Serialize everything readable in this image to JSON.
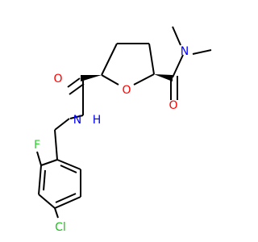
{
  "molecule": {
    "atom_labels": {
      "n_amide": "N",
      "h_amide": "H",
      "o_ring": "O",
      "o_carbonyl_left": "O",
      "o_carbonyl_right": "O",
      "n_dimethyl": "N",
      "f": "F",
      "cl": "Cl"
    },
    "colors": {
      "bond": "#000000",
      "oxygen": "#ff0000",
      "nitrogen": "#0000ff",
      "fluorine": "#33cc33",
      "chlorine": "#1fbf1f"
    }
  }
}
